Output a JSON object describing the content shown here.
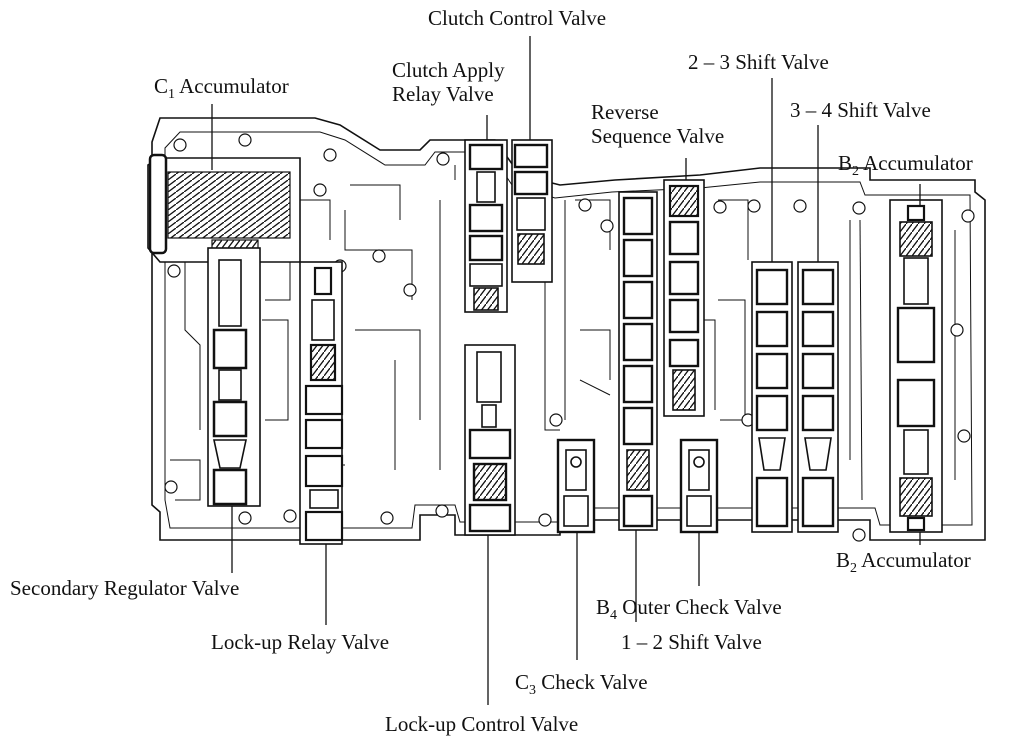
{
  "labels": {
    "clutch_control_valve": "Clutch Control Valve",
    "c1_accumulator": {
      "prefix": "C",
      "sub": "1",
      "rest": " Accumulator"
    },
    "clutch_apply_relay_valve": {
      "line1": "Clutch Apply",
      "line2": "Relay Valve"
    },
    "shift_2_3_valve": "2 – 3 Shift Valve",
    "reverse_sequence_valve": {
      "line1": "Reverse",
      "line2": "Sequence Valve"
    },
    "shift_3_4_valve": "3 – 4 Shift Valve",
    "b2_accumulator_top": {
      "prefix": "B",
      "sub": "2",
      "rest": " Accumulator"
    },
    "b2_accumulator_bottom": {
      "prefix": "B",
      "sub": "2",
      "rest": " Accumulator"
    },
    "secondary_regulator_valve": "Secondary Regulator Valve",
    "b4_outer_check_valve": {
      "prefix": "B",
      "sub": "4",
      "rest": " Outer Check Valve"
    },
    "lockup_relay_valve": "Lock-up Relay Valve",
    "shift_1_2_valve": "1 – 2 Shift Valve",
    "c3_check_valve": {
      "prefix": "C",
      "sub": "3",
      "rest": " Check Valve"
    },
    "lockup_control_valve": "Lock-up Control Valve"
  }
}
